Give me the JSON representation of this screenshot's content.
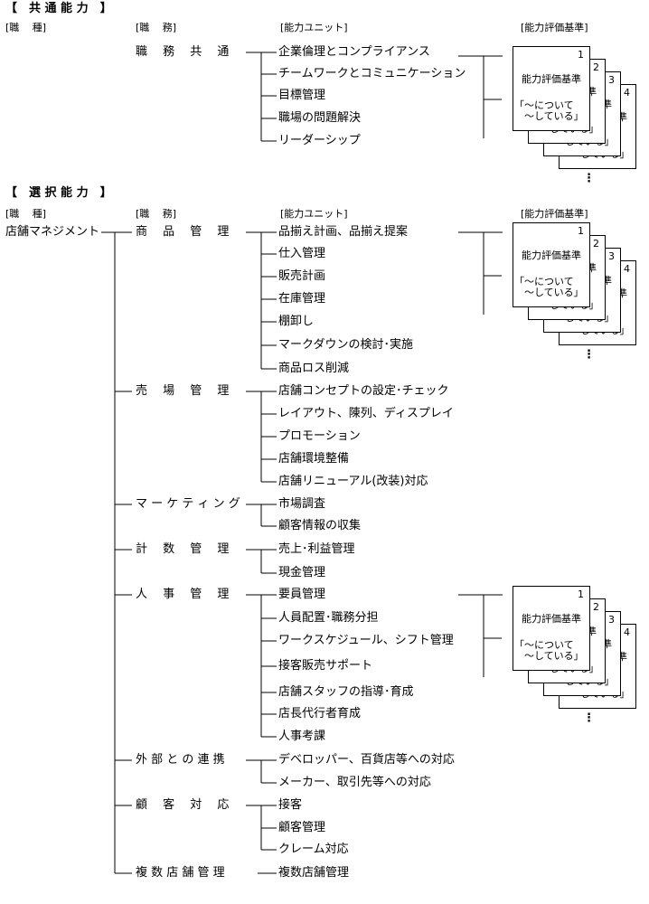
{
  "sections": [
    {
      "title": "【　共 通 能 力　】",
      "headers": {
        "job_type": "[職　 種]",
        "duty": "[職 　務]",
        "unit": "[能力ユニット]",
        "criteria": "[能力評価基準]"
      },
      "job_type": "",
      "duties": [
        {
          "name": "職　 務　 共　 通",
          "units": [
            "企業倫理とコンプライアンス",
            "チームワークとコミュニケーション",
            "目標管理",
            "職場の問題解決",
            "リーダーシップ"
          ]
        }
      ]
    },
    {
      "title": "【　選 択 能 力　】",
      "headers": {
        "job_type": "[職　 種]",
        "duty": "[職 　務]",
        "unit": "[能力ユニット]",
        "criteria": "[能力評価基準]"
      },
      "job_type": "店舗マネジメント",
      "duties": [
        {
          "name": "商　 品　 管　 理",
          "units": [
            "品揃え計画、品揃え提案",
            "仕入管理",
            "販売計画",
            "在庫管理",
            "棚卸し",
            "マークダウンの検討･実施",
            "商品ロス削減"
          ]
        },
        {
          "name": "売　 場　 管　 理",
          "units": [
            "店舗コンセプトの設定･チェック",
            "レイアウト、陳列、ディスプレイ",
            "プロモーション",
            "店舗環境整備",
            "店舗リニューアル(改装)対応"
          ]
        },
        {
          "name": "マ ー ケ テ ィ ン グ",
          "units": [
            "市場調査",
            "顧客情報の収集"
          ]
        },
        {
          "name": "計　 数　 管　 理",
          "units": [
            "売上･利益管理",
            "現金管理"
          ]
        },
        {
          "name": "人　 事　 管　 理",
          "units": [
            "要員管理",
            "人員配置･職務分担",
            "ワークスケジュール、シフト管理",
            "接客販売サポート",
            "店舗スタッフの指導･育成",
            "店長代行者育成",
            "人事考課"
          ]
        },
        {
          "name": "外 部 と の 連 携",
          "units": [
            "デベロッパー、百貨店等への対応",
            "メーカー、取引先等への対応"
          ]
        },
        {
          "name": "顧　 客　 対　 応",
          "units": [
            "接客",
            "顧客管理",
            "クレーム対応"
          ]
        },
        {
          "name": "複 数 店 舗 管 理",
          "units": [
            "複数店舗管理"
          ]
        }
      ]
    }
  ],
  "criteria_card": {
    "title": "能力評価基準",
    "quote_line1": "「～について",
    "quote_line2": "～している」",
    "numbers": [
      "1",
      "2",
      "3",
      "4"
    ],
    "more": "⋮"
  }
}
